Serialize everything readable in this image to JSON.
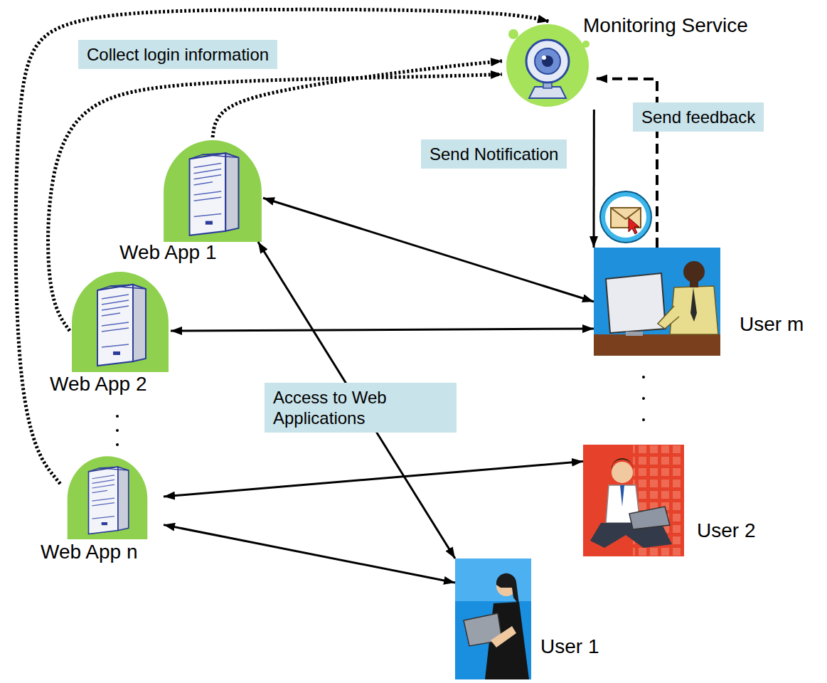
{
  "diagram": {
    "nodes": [
      {
        "text": [
          "Monitoring Service"
        ]
      },
      {
        "text": [
          "Web App 1"
        ]
      },
      {
        "text": [
          "Web App 2"
        ]
      },
      {
        "text": [
          "Web App n"
        ]
      },
      {
        "text": [
          "User m"
        ]
      },
      {
        "text": [
          "User 2"
        ]
      },
      {
        "text": [
          "User 1"
        ]
      }
    ],
    "edges": [
      {
        "from": 3,
        "to": 0,
        "arrow": "to",
        "label": "Collect login information"
      },
      {
        "from": 2,
        "to": 0,
        "arrow": "to"
      },
      {
        "from": 1,
        "to": 0,
        "arrow": "to"
      },
      {
        "from": 4,
        "to": 0,
        "arrow": "to",
        "label": "Send feedback"
      },
      {
        "from": 0,
        "to": 4,
        "arrow": "to",
        "label": "Send Notification"
      },
      {
        "from": 1,
        "to": 4,
        "arrow": "both"
      },
      {
        "from": 2,
        "to": 4,
        "arrow": "both"
      },
      {
        "from": 1,
        "to": 6,
        "arrow": "both",
        "label": "Access to Web Applications"
      },
      {
        "from": 3,
        "to": 5,
        "arrow": "both"
      },
      {
        "from": 3,
        "to": 6,
        "arrow": "both"
      }
    ]
  }
}
